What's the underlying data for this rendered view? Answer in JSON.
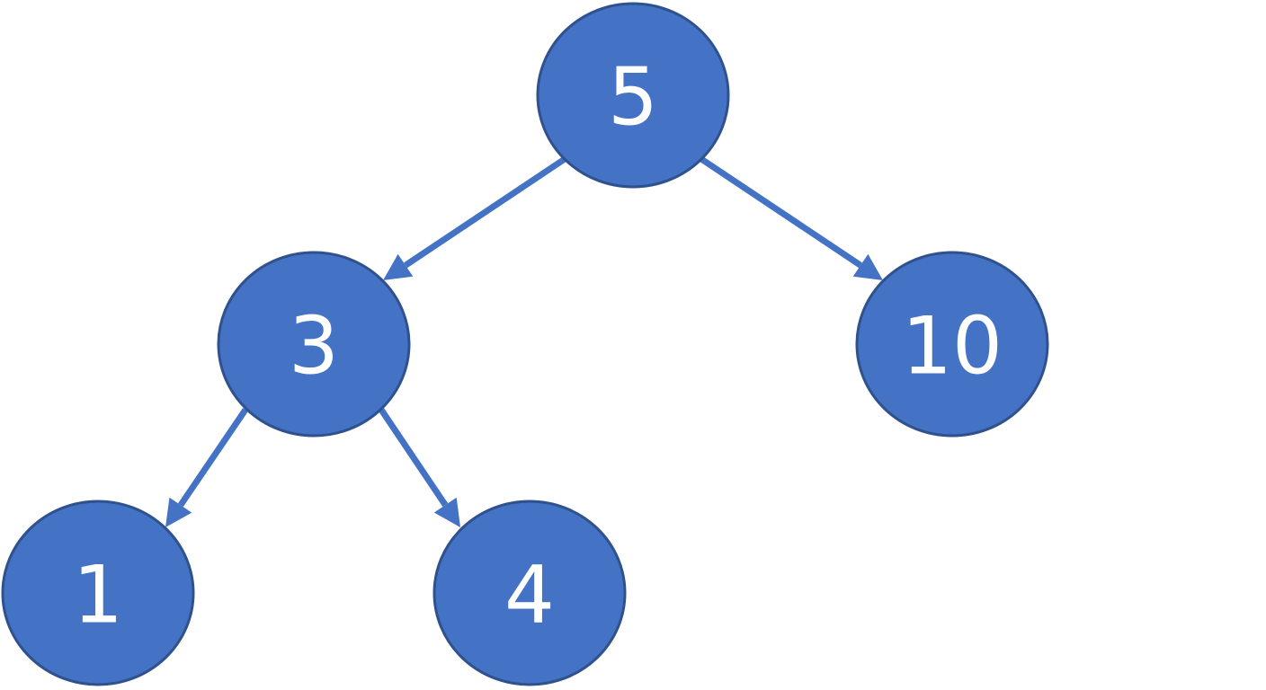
{
  "diagram": {
    "type": "binary-search-tree",
    "node_color": "#4472c4",
    "node_stroke_color": "#2f528f",
    "edge_color": "#4472c4",
    "label_color": "#ffffff",
    "nodes": [
      {
        "id": "n5",
        "label": "5"
      },
      {
        "id": "n3",
        "label": "3"
      },
      {
        "id": "n10",
        "label": "10"
      },
      {
        "id": "n1",
        "label": "1"
      },
      {
        "id": "n4",
        "label": "4"
      }
    ],
    "edges": [
      {
        "from": "n5",
        "to": "n3"
      },
      {
        "from": "n5",
        "to": "n10"
      },
      {
        "from": "n3",
        "to": "n1"
      },
      {
        "from": "n3",
        "to": "n4"
      }
    ]
  }
}
